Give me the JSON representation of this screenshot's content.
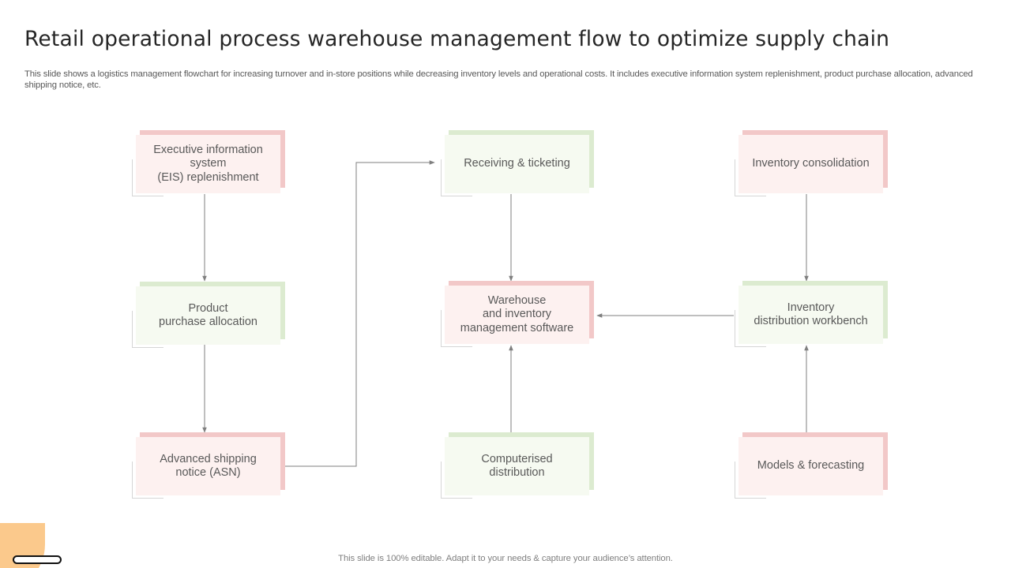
{
  "header": {
    "title": "Retail operational process warehouse management flow to optimize supply chain",
    "subtitle": "This slide shows a logistics management flowchart for increasing turnover and in-store positions while decreasing inventory levels and operational costs. It includes executive information system replenishment, product purchase allocation, advanced shipping notice, etc."
  },
  "colors": {
    "pink_back": "#f2c8c8",
    "pink_front": "#fdf1f0",
    "green_back": "#dcebd0",
    "green_front": "#f6faf1",
    "connector": "#7f7f7f",
    "accent_blob": "#fbc98c"
  },
  "nodes": [
    {
      "id": "eis",
      "label": "Executive information\nsystem\n(EIS) replenishment",
      "theme": "pink"
    },
    {
      "id": "ppa",
      "label": "Product\npurchase allocation",
      "theme": "green"
    },
    {
      "id": "asn",
      "label": "Advanced shipping\nnotice (ASN)",
      "theme": "pink"
    },
    {
      "id": "rt",
      "label": "Receiving & ticketing",
      "theme": "green"
    },
    {
      "id": "wims",
      "label": "Warehouse\nand inventory\nmanagement software",
      "theme": "pink"
    },
    {
      "id": "cd",
      "label": "Computerised\ndistribution",
      "theme": "green"
    },
    {
      "id": "ic",
      "label": "Inventory consolidation",
      "theme": "pink"
    },
    {
      "id": "idw",
      "label": "Inventory\ndistribution workbench",
      "theme": "green"
    },
    {
      "id": "mf",
      "label": "Models & forecasting",
      "theme": "pink"
    }
  ],
  "edges": [
    {
      "from": "eis",
      "to": "ppa"
    },
    {
      "from": "ppa",
      "to": "asn"
    },
    {
      "from": "asn",
      "to": "rt"
    },
    {
      "from": "rt",
      "to": "wims"
    },
    {
      "from": "cd",
      "to": "wims"
    },
    {
      "from": "ic",
      "to": "idw"
    },
    {
      "from": "mf",
      "to": "idw"
    },
    {
      "from": "idw",
      "to": "wims"
    }
  ],
  "footer": {
    "text": "This slide is 100% editable. Adapt it to your needs & capture your audience’s attention."
  }
}
